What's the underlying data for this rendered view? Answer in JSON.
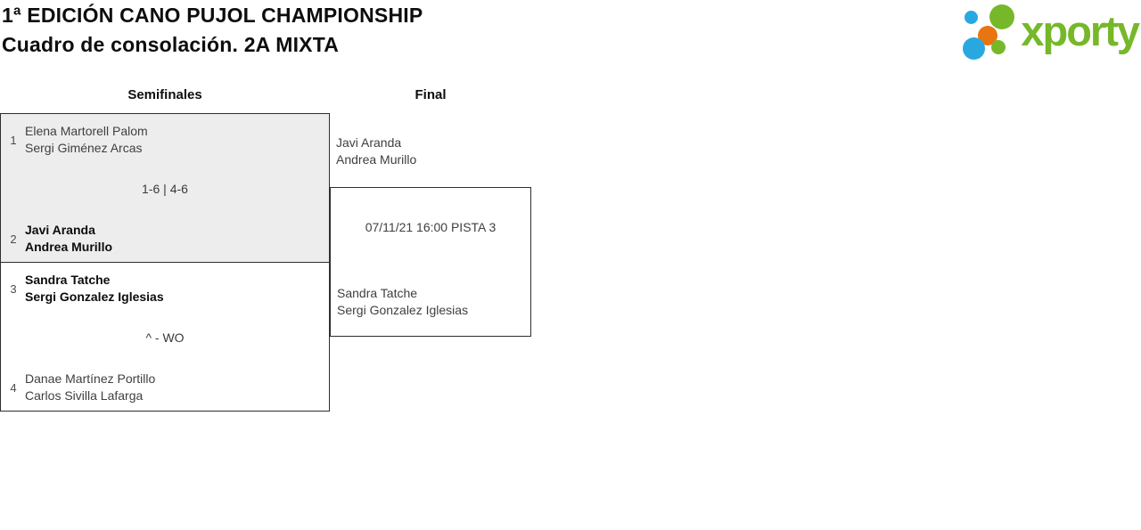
{
  "header": {
    "title": "1ª EDICIÓN CANO PUJOL CHAMPIONSHIP",
    "subtitle": "Cuadro de consolación. 2A MIXTA"
  },
  "logo": {
    "text": "xporty",
    "colors": {
      "green": "#76b82a",
      "blue": "#29a8e0",
      "orange": "#e87511"
    }
  },
  "bracket": {
    "rounds": [
      {
        "label": "Semifinales"
      },
      {
        "label": "Final"
      }
    ],
    "semifinals": [
      {
        "score": "1-6 | 4-6",
        "teams": [
          {
            "seed": "1",
            "player1": "Elena Martorell Palom",
            "player2": "Sergi Giménez Arcas",
            "winner": false
          },
          {
            "seed": "2",
            "player1": "Javi Aranda",
            "player2": "Andrea Murillo",
            "winner": true
          }
        ]
      },
      {
        "score": "^ - WO",
        "teams": [
          {
            "seed": "3",
            "player1": "Sandra Tatche",
            "player2": "Sergi Gonzalez Iglesias",
            "winner": true
          },
          {
            "seed": "4",
            "player1": "Danae Martínez Portillo",
            "player2": "Carlos Sivilla Lafarga",
            "winner": false
          }
        ]
      }
    ],
    "final": {
      "schedule": "07/11/21 16:00 PISTA 3",
      "teams": [
        {
          "player1": "Javi Aranda",
          "player2": "Andrea Murillo"
        },
        {
          "player1": "Sandra Tatche",
          "player2": "Sergi Gonzalez Iglesias"
        }
      ]
    }
  }
}
